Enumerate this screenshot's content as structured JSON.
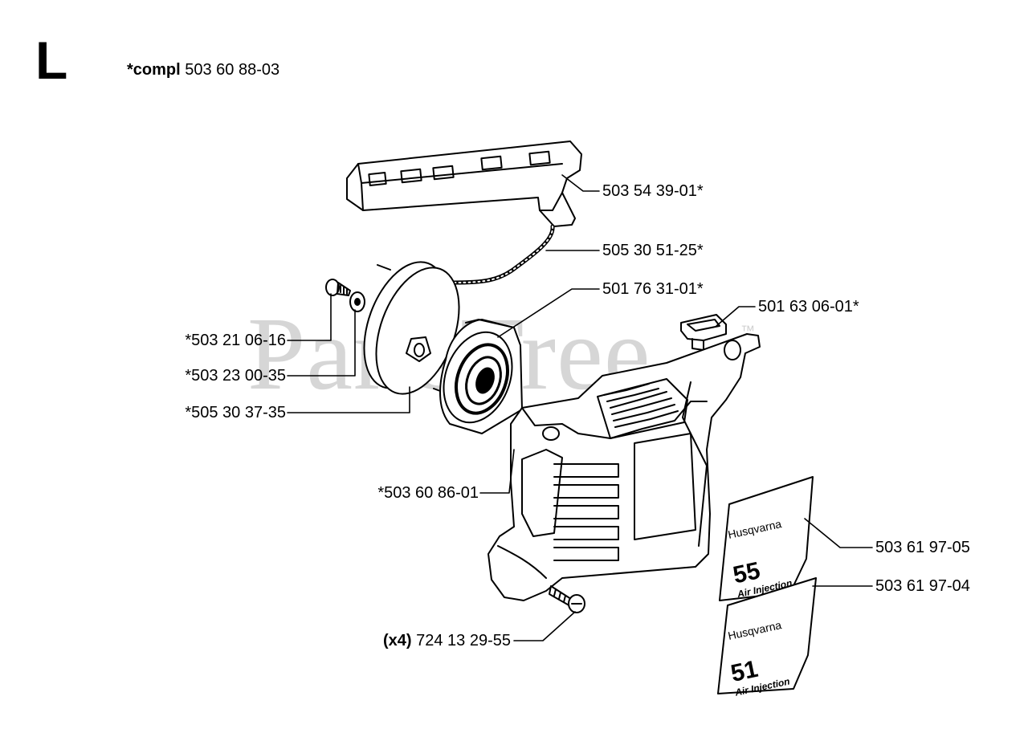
{
  "section_letter": "L",
  "kit": {
    "prefix": "*compl",
    "number": "503 60 88-03"
  },
  "watermark": {
    "text": "PartsTree",
    "tm": "™"
  },
  "decals": [
    {
      "brand": "Husqvarna",
      "model": "55",
      "tagline": "Air Injection"
    },
    {
      "brand": "Husqvarna",
      "model": "51",
      "tagline": "Air Injection"
    }
  ],
  "parts": [
    {
      "id": "starter-handle",
      "text": "503 54 39-01*"
    },
    {
      "id": "starter-rope",
      "text": "505 30 51-25*"
    },
    {
      "id": "rewind-spring",
      "text": "501 76 31-01*"
    },
    {
      "id": "rubber-plug",
      "text": "501 63 06-01*"
    },
    {
      "id": "screw",
      "text": "*503 21 06-16"
    },
    {
      "id": "washer",
      "text": "*503 23 00-35"
    },
    {
      "id": "pulley",
      "text": "*505 30 37-35"
    },
    {
      "id": "starter-housing",
      "text": "*503 60 86-01"
    },
    {
      "id": "decal-55",
      "text": "503 61 97-05"
    },
    {
      "id": "decal-51",
      "text": "503 61 97-04"
    },
    {
      "id": "housing-screw",
      "qty": "(x4)",
      "text": "724 13 29-55"
    }
  ],
  "colors": {
    "ink": "#000000",
    "watermark": "#d6d6d6"
  }
}
